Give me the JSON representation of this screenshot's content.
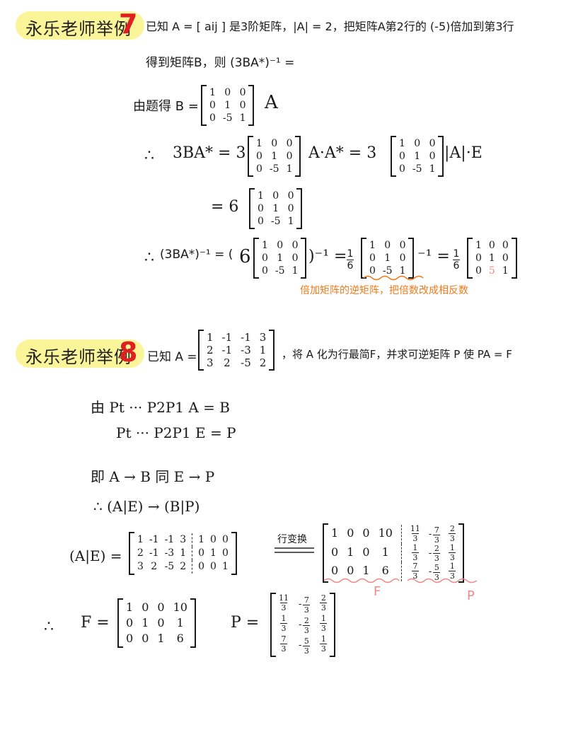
{
  "ex7": {
    "badge": "永乐老师举例",
    "num": "7",
    "q1": "已知 A = [ aij ] 是3阶矩阵，|A| = 2，把矩阵A第2行的 (-5)倍加到第3行",
    "q2": "得到矩阵B，则 (3BA*)⁻¹ =",
    "step1_prefix": "由题得 B =",
    "step1_suffix": "A",
    "so": "∴",
    "step2_a": "3BA* = 3",
    "step2_b": "A·A* = 3",
    "step2_c": "|A|·E",
    "step3_a": "= 6",
    "step4_a": "(3BA*)⁻¹ = (",
    "step4_b": "6",
    "step4_c": ")⁻¹ = ",
    "step4_d": "⁻¹ = ",
    "frac_1_6": "1/6",
    "one": "1",
    "six": "6",
    "note": "倍加矩阵的逆矩阵，把倍数改成相反数",
    "m_E5": [
      [
        "1",
        "0",
        "0"
      ],
      [
        "0",
        "1",
        "0"
      ],
      [
        "0",
        "-5",
        "1"
      ]
    ],
    "m_E5inv": [
      [
        "1",
        "0",
        "0"
      ],
      [
        "0",
        "1",
        "0"
      ],
      [
        "0",
        "5",
        "1"
      ]
    ]
  },
  "ex8": {
    "badge": "永乐老师举例",
    "num": "8",
    "q_prefix": "已知 A =",
    "q_suffix": "，将 A 化为行最简F，并求可逆矩阵 P 使 PA = F",
    "mA": [
      [
        "1",
        "-1",
        "-1",
        "3"
      ],
      [
        "2",
        "-1",
        "-3",
        "1"
      ],
      [
        "3",
        "2",
        "-5",
        "2"
      ]
    ],
    "line1": "由  Pt ··· P2P1 A = B",
    "line2": "Pt ··· P2P1 E = P",
    "line3": "即   A → B  同 E → P",
    "line4": "∴   (A|E) → (B|P)",
    "ae_label": "(A|E) =",
    "transform": "行变换",
    "mE3": [
      [
        "1",
        "0",
        "0"
      ],
      [
        "0",
        "1",
        "0"
      ],
      [
        "0",
        "0",
        "1"
      ]
    ],
    "mF": [
      [
        "1",
        "0",
        "0",
        "10"
      ],
      [
        "0",
        "1",
        "0",
        "1"
      ],
      [
        "0",
        "0",
        "1",
        "6"
      ]
    ],
    "mP": [
      [
        "11/3",
        "-7/3",
        "2/3"
      ],
      [
        "1/3",
        "-2/3",
        "1/3"
      ],
      [
        "7/3",
        "-5/3",
        "1/3"
      ]
    ],
    "F_label": "F",
    "P_label": "P",
    "so": "∴",
    "F_eq": "F =",
    "P_eq": "P ="
  }
}
